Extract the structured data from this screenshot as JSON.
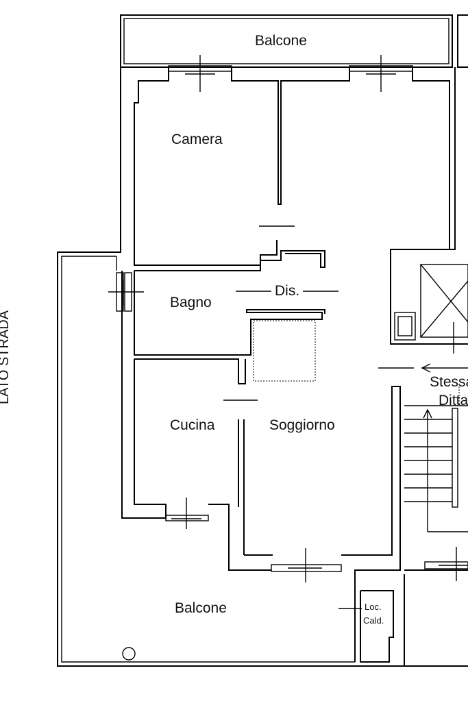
{
  "labels": {
    "balcone_top": "Balcone",
    "camera": "Camera",
    "bagno": "Bagno",
    "dis": "Dis.",
    "cucina": "Cucina",
    "soggiorno": "Soggiorno",
    "balcone_bottom": "Balcone",
    "stessa_ditta_1": "Stessa",
    "stessa_ditta_2": "Ditta",
    "loc_cald_1": "Loc.",
    "loc_cald_2": "Cald.",
    "side_text": "LATO STRADA"
  }
}
